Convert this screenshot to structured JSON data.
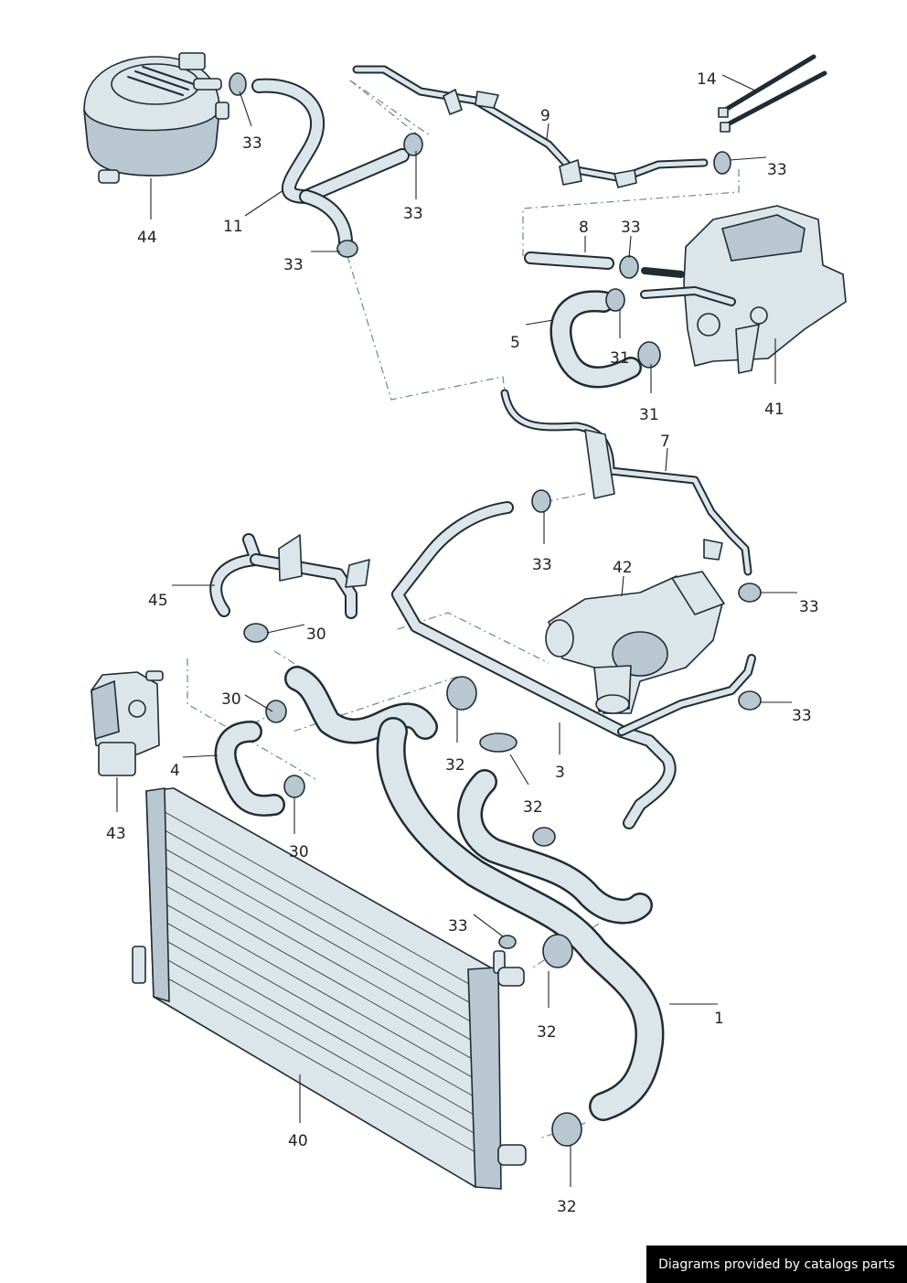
{
  "diagram": {
    "labels": {
      "p1": "1",
      "p3": "3",
      "p4": "4",
      "p5": "5",
      "p7": "7",
      "p8": "8",
      "p9": "9",
      "p11": "11",
      "p14": "14",
      "c30a": "30",
      "c30b": "30",
      "c30c": "30",
      "c31a": "31",
      "c31b": "31",
      "c32a": "32",
      "c32b": "32",
      "c32c": "32",
      "c32d": "32",
      "c33a": "33",
      "c33b": "33",
      "c33c": "33",
      "c33d": "33",
      "c33e": "33",
      "c33f": "33",
      "c33g": "33",
      "c33h": "33",
      "c33i": "33",
      "p40": "40",
      "p41": "41",
      "p42": "42",
      "p43": "43",
      "p44": "44",
      "p45": "45"
    }
  },
  "footer": {
    "credit": "Diagrams provided by catalogs parts"
  },
  "colors": {
    "part_fill": "#dbe5ea",
    "part_shade": "#b9c8d0",
    "outline": "#1e2c34",
    "credit_bg": "#000000"
  }
}
